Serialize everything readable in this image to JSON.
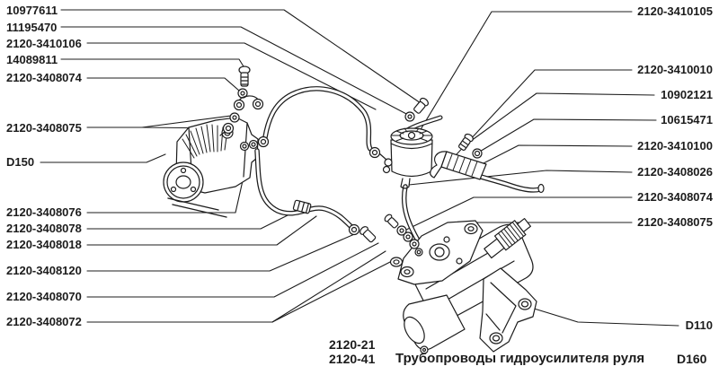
{
  "page": {
    "background": "#ffffff",
    "line_color": "#1c1c1c"
  },
  "callouts": {
    "left": [
      {
        "text": "10977611"
      },
      {
        "text": "11195470"
      },
      {
        "text": "2120-3410106"
      },
      {
        "text": "14089811"
      },
      {
        "text": "2120-3408074"
      },
      {
        "text": "2120-3408075"
      },
      {
        "text": "D150"
      },
      {
        "text": "2120-3408076"
      },
      {
        "text": "2120-3408078"
      },
      {
        "text": "2120-3408018"
      },
      {
        "text": "2120-3408120"
      },
      {
        "text": "2120-3408070"
      },
      {
        "text": "2120-3408072"
      }
    ],
    "right": [
      {
        "text": "2120-3410105"
      },
      {
        "text": "2120-3410010"
      },
      {
        "text": "10902121"
      },
      {
        "text": "10615471"
      },
      {
        "text": "2120-3410100"
      },
      {
        "text": "2120-3408026"
      },
      {
        "text": "2120-3408074"
      },
      {
        "text": "2120-3408075"
      },
      {
        "text": "D110"
      }
    ]
  },
  "footer": {
    "model_code_1": "2120-21",
    "model_code_2": "2120-41",
    "title": "Трубопроводы гидроусилителя руля",
    "section_ref": "D160"
  }
}
